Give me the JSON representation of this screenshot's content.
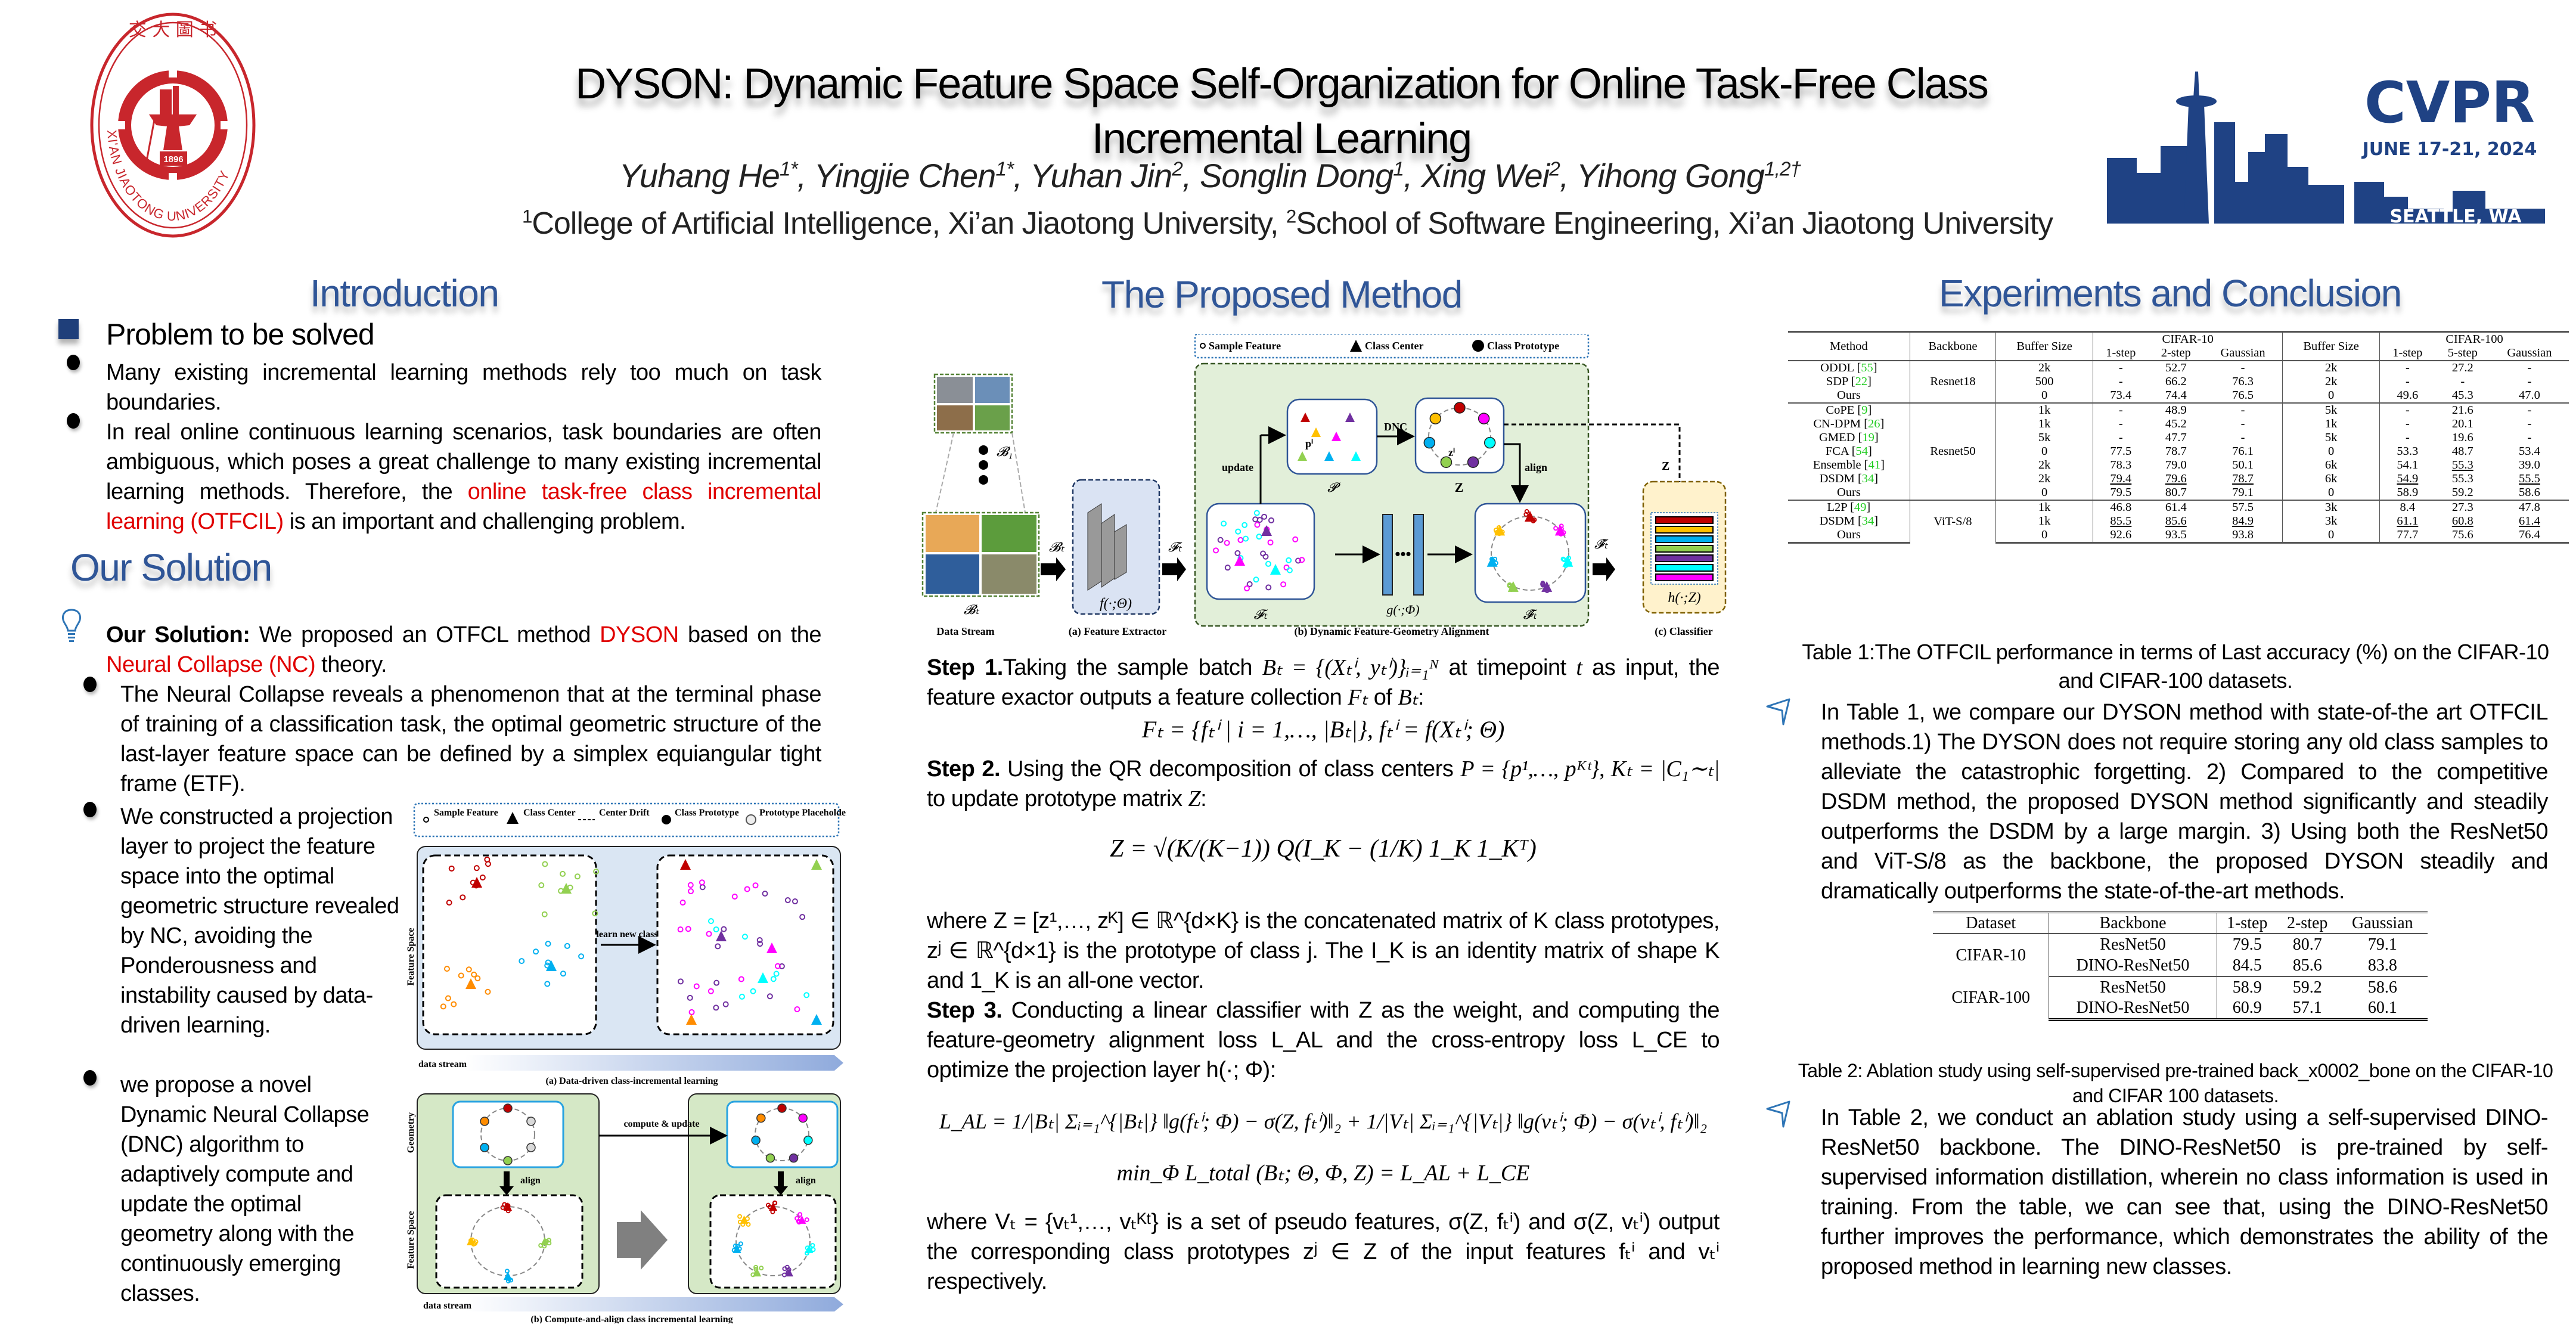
{
  "header": {
    "title_line1": "DYSON: Dynamic Feature Space Self-Organization for Online Task-Free Class",
    "title_line2": "Incremental Learning",
    "authors": [
      {
        "name": "Yuhang He",
        "sup": "1*"
      },
      {
        "name": "Yingjie Chen",
        "sup": "1*"
      },
      {
        "name": "Yuhan Jin",
        "sup": "2"
      },
      {
        "name": "Songlin Dong",
        "sup": "1"
      },
      {
        "name": "Xing Wei",
        "sup": "2"
      },
      {
        "name": "Yihong Gong",
        "sup": "1,2†"
      }
    ],
    "affiliation_1_sup": "1",
    "affiliation_1": "College of Artificial Intelligence, Xi’an Jiaotong University, ",
    "affiliation_2_sup": "2",
    "affiliation_2": "School of Software Engineering, Xi’an Jiaotong University",
    "left_logo": {
      "text_ring": "XI'AN JIAOTONG UNIVERSITY",
      "year": "1896",
      "color": "#C8262C"
    },
    "right_logo": {
      "name": "CVPR",
      "dates": "JUNE 17-21, 2024",
      "location": "SEATTLE, WA",
      "color": "#1F4284"
    }
  },
  "introduction": {
    "heading": "Introduction",
    "problem_heading": "Problem to be solved",
    "bullets": [
      "Many existing incremental learning methods rely too much on task boundaries.",
      {
        "before": "In real online continuous learning scenarios, task boundaries are often ambiguous, which poses a great challenge to many existing incremental learning methods. Therefore, the ",
        "highlight": "online task-free class incremental learning (OTFCIL)",
        "after": " is an important and challenging problem."
      }
    ]
  },
  "solution": {
    "heading": "Our Solution",
    "lead_bold": "Our Solution:",
    "lead_before": " We proposed an OTFCL method ",
    "lead_red1": "DYSON",
    "lead_mid": " based on the ",
    "lead_red2": "Neural Collapse (NC)",
    "lead_after": " theory.",
    "bullets": [
      "The Neural Collapse reveals a phenomenon that at the terminal phase of training of a classification task, the optimal geometric structure of the last-layer feature space can be defined by a simplex equiangular tight frame (ETF).",
      "We constructed a projection layer to project the feature space into the optimal geometric structure revealed by NC, avoiding the Ponderousness and instability caused by data-driven learning.",
      "we propose a novel Dynamic Neural Collapse (DNC) algorithm to adaptively compute and update the optimal geometry along with the continuously emerging classes."
    ],
    "figure": {
      "legend": [
        "Sample Feature",
        "Class Center",
        "Center Drift",
        "Class Prototype",
        "Prototype Placeholder"
      ],
      "panel_a_axis": "Feature Space",
      "panel_a_arrow": "learn new class",
      "panel_a_stream": "data stream",
      "panel_a_caption": "(a) Data-driven class-incremental learning",
      "panel_b_axis_top": "Geometry",
      "panel_b_axis_bottom": "Feature Space",
      "panel_b_arrow": "compute & update",
      "panel_b_align": "align",
      "panel_b_stream": "data stream",
      "panel_b_caption": "(b) Compute-and-align class incremental learning"
    }
  },
  "method": {
    "heading": "The Proposed Method",
    "figure": {
      "legend": [
        "Sample Feature",
        "Class Center",
        "Class Prototype"
      ],
      "labels": {
        "data_stream": "Data Stream",
        "feature_extractor": "(a) Feature Extractor",
        "alignment": "(b) Dynamic Feature-Geometry Alignment",
        "classifier": "(c) Classifier",
        "update": "update",
        "dnc": "DNC",
        "align": "align",
        "z": "Z",
        "f_theta": "f(·;Θ)",
        "g_phi": "g(·;Φ)",
        "h_z": "h(·;Z)",
        "B1": "𝓑₁",
        "Bt": "𝓑ₜ",
        "Ft": "𝓕ₜ",
        "Ft_hat": "𝓕̂ₜ",
        "P": "𝓟",
        "pi": "pⁱ",
        "zi": "zⁱ"
      },
      "class_colors": [
        "#C00000",
        "#FFC000",
        "#00B0F0",
        "#92D050",
        "#7030A0",
        "#00FFFF",
        "#FF00FF"
      ]
    },
    "step1": {
      "label": "Step 1.",
      "text_a": "Taking the sample batch ",
      "math_a": "Bₜ = {(Xₜⁱ, yₜⁱ)}ᵢ₌₁ᴺ",
      "text_b": " at timepoint ",
      "math_b": "t",
      "text_c": " as input, the feature exactor  outputs a feature collection ",
      "math_c": "Fₜ",
      "text_d": " of ",
      "math_d": "Bₜ",
      "text_e": ":",
      "equation": "Fₜ = {fₜⁱ | i = 1,…, |Bₜ|}, fₜⁱ = f(Xₜⁱ; Θ)"
    },
    "step2": {
      "label": "Step 2.",
      "text_a": " Using the QR decomposition of class centers ",
      "math_a": "P = {p¹,…, pᴷᵗ}, Kₜ = |C₁∼ₜ|",
      "text_b": " to update prototype matrix ",
      "math_b": "Z",
      "text_c": ":",
      "equation": "Z = √(K/(K−1)) Q(I_K − (1/K) 1_K 1_Kᵀ)",
      "where": "where Z = [z¹,…, zᴷ] ∈ ℝ^{d×K} is the concatenated matrix of K class prototypes, zʲ ∈ ℝ^{d×1} is the prototype of class j. The I_K is an identity matrix of shape K and 1_K is an all-one vector."
    },
    "step3": {
      "label": "Step 3.",
      "text": " Conducting a linear classifier with Z as the weight, and computing the feature-geometry alignment loss L_AL and the cross-entropy loss L_CE to optimize the projection layer h(·; Φ):",
      "equation_1": "L_AL = 1/|Bₜ| Σᵢ₌₁^{|Bₜ|} ‖g(fₜⁱ; Φ) − σ(Z, fₜⁱ)‖₂ + 1/|Vₜ| Σᵢ₌₁^{|Vₜ|} ‖g(vₜⁱ; Φ) − σ(vₜⁱ, fₜⁱ)‖₂",
      "equation_2": "min_Φ L_total (Bₜ; Θ, Φ, Z) = L_AL + L_CE",
      "where": "where Vₜ = {vₜ¹,…, vₜᴷᵗ} is a set of pseudo features, σ(Z, fₜⁱ) and σ(Z, vₜⁱ) output the corresponding class prototypes zʲ ∈ Z of the input features fₜⁱ and vₜⁱ  respectively."
    }
  },
  "experiments": {
    "heading": "Experiments and Conclusion",
    "table1": {
      "headers": {
        "method": "Method",
        "backbone": "Backbone",
        "buffer": "Buffer Size",
        "cifar10": "CIFAR-10",
        "cifar100": "CIFAR-100",
        "c10_cols": [
          "1-step",
          "2-step",
          "Gaussian"
        ],
        "c100_cols": [
          "1-step",
          "5-step",
          "Gaussian"
        ]
      },
      "groups": [
        {
          "backbone": "Resnet18",
          "rows": [
            {
              "method": "ODDL",
              "ref": "55",
              "buf10": "2k",
              "c10": [
                "-",
                "52.7",
                "-"
              ],
              "buf100": "2k",
              "c100": [
                "-",
                "27.2",
                "-"
              ],
              "bold": false,
              "u10": [],
              "u100": []
            },
            {
              "method": "SDP",
              "ref": "22",
              "buf10": "500",
              "c10": [
                "-",
                "66.2",
                "76.3"
              ],
              "buf100": "2k",
              "c100": [
                "-",
                "-",
                "-"
              ],
              "bold": false,
              "u10": [],
              "u100": []
            },
            {
              "method": "Ours",
              "ref": "",
              "buf10": "0",
              "c10": [
                "73.4",
                "74.4",
                "76.5"
              ],
              "buf100": "0",
              "c100": [
                "49.6",
                "45.3",
                "47.0"
              ],
              "bold": true,
              "u10": [],
              "u100": []
            }
          ]
        },
        {
          "backbone": "Resnet50",
          "rows": [
            {
              "method": "CoPE",
              "ref": "9",
              "buf10": "1k",
              "c10": [
                "-",
                "48.9",
                "-"
              ],
              "buf100": "5k",
              "c100": [
                "-",
                "21.6",
                "-"
              ],
              "bold": false,
              "u10": [],
              "u100": []
            },
            {
              "method": "CN-DPM",
              "ref": "26",
              "buf10": "1k",
              "c10": [
                "-",
                "45.2",
                "-"
              ],
              "buf100": "1k",
              "c100": [
                "-",
                "20.1",
                "-"
              ],
              "bold": false,
              "u10": [],
              "u100": []
            },
            {
              "method": "GMED",
              "ref": "19",
              "buf10": "5k",
              "c10": [
                "-",
                "47.7",
                "-"
              ],
              "buf100": "5k",
              "c100": [
                "-",
                "19.6",
                "-"
              ],
              "bold": false,
              "u10": [],
              "u100": []
            },
            {
              "method": "FCA",
              "ref": "54",
              "buf10": "0",
              "c10": [
                "77.5",
                "78.7",
                "76.1"
              ],
              "buf100": "0",
              "c100": [
                "53.3",
                "48.7",
                "53.4"
              ],
              "bold": false,
              "u10": [],
              "u100": []
            },
            {
              "method": "Ensemble",
              "ref": "41",
              "buf10": "2k",
              "c10": [
                "78.3",
                "79.0",
                "50.1"
              ],
              "buf100": "6k",
              "c100": [
                "54.1",
                "55.3",
                "39.0"
              ],
              "bold": false,
              "u10": [],
              "u100": [
                1
              ]
            },
            {
              "method": "DSDM",
              "ref": "34",
              "buf10": "2k",
              "c10": [
                "79.4",
                "79.6",
                "78.7"
              ],
              "buf100": "6k",
              "c100": [
                "54.9",
                "55.3",
                "55.5"
              ],
              "bold": false,
              "u10": [
                0,
                1,
                2
              ],
              "u100": [
                0,
                2
              ]
            },
            {
              "method": "Ours",
              "ref": "",
              "buf10": "0",
              "c10": [
                "79.5",
                "80.7",
                "79.1"
              ],
              "buf100": "0",
              "c100": [
                "58.9",
                "59.2",
                "58.6"
              ],
              "bold": true,
              "u10": [],
              "u100": []
            }
          ]
        },
        {
          "backbone": "ViT-S/8",
          "rows": [
            {
              "method": "L2P",
              "ref": "49",
              "buf10": "1k",
              "c10": [
                "46.8",
                "61.4",
                "57.5"
              ],
              "buf100": "3k",
              "c100": [
                "8.4",
                "27.3",
                "47.8"
              ],
              "bold": false,
              "u10": [],
              "u100": []
            },
            {
              "method": "DSDM",
              "ref": "34",
              "buf10": "1k",
              "c10": [
                "85.5",
                "85.6",
                "84.9"
              ],
              "buf100": "3k",
              "c100": [
                "61.1",
                "60.8",
                "61.4"
              ],
              "bold": false,
              "u10": [
                0,
                1,
                2
              ],
              "u100": [
                0,
                1,
                2
              ]
            },
            {
              "method": "Ours",
              "ref": "",
              "buf10": "0",
              "c10": [
                "92.6",
                "93.5",
                "93.8"
              ],
              "buf100": "0",
              "c100": [
                "77.7",
                "75.6",
                "76.4"
              ],
              "bold": true,
              "u10": [],
              "u100": []
            }
          ]
        }
      ],
      "caption": "Table 1:The OTFCIL performance in terms of Last accuracy (%) on the CIFAR-10 and CIFAR-100 datasets."
    },
    "para1": "In Table 1, we compare our DYSON method with state-of-the art OTFCIL methods.1) The DYSON does not require storing any old class samples to alleviate the catastrophic forgetting. 2) Compared to the competitive DSDM method, the proposed DYSON method significantly and steadily outperforms the DSDM by a large margin. 3) Using both the ResNet50 and ViT-S/8 as the backbone, the proposed DYSON steadily and dramatically outperforms the state-of-the-art methods.",
    "table2": {
      "headers": [
        "Dataset",
        "Backbone",
        "1-step",
        "2-step",
        "Gaussian"
      ],
      "groups": [
        {
          "dataset": "CIFAR-10",
          "rows": [
            {
              "backbone": "ResNet50",
              "values": [
                "79.5",
                "80.7",
                "79.1"
              ],
              "bold": false
            },
            {
              "backbone": "DINO-ResNet50",
              "values": [
                "84.5",
                "85.6",
                "83.8"
              ],
              "bold": true
            }
          ]
        },
        {
          "dataset": "CIFAR-100",
          "rows": [
            {
              "backbone": "ResNet50",
              "values": [
                "58.9",
                "59.2",
                "58.6"
              ],
              "bold": false
            },
            {
              "backbone": "DINO-ResNet50",
              "values": [
                "60.9",
                "57.1",
                "60.1"
              ],
              "bold": true
            }
          ]
        }
      ],
      "caption": "Table 2: Ablation study using self-supervised pre-trained back_x0002_bone on the CIFAR-10 and CIFAR 100 datasets."
    },
    "para2": "In Table 2, we conduct an ablation study using a self-supervised DINO-ResNet50 backbone. The DINO-ResNet50 is pre-trained by self-supervised information distillation, wherein no class information is used in training. From the table, we can see that, using the DINO-ResNet50 further improves the performance, which demonstrates the ability of the proposed method in learning new classes."
  },
  "colors": {
    "heading_blue": "#2F5597",
    "highlight_red": "#E00000",
    "ref_green": "#22CC22"
  }
}
